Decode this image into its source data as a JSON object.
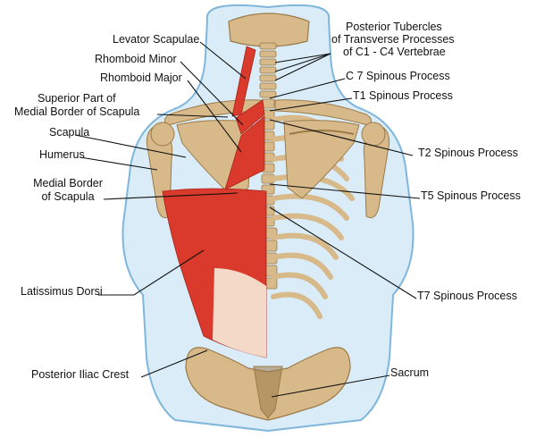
{
  "colors": {
    "body_fill": "#d9ecf8",
    "body_outline": "#7fb6dc",
    "bone": "#d8b98a",
    "bone_dark": "#9c7a48",
    "muscle": "#d93a2b",
    "muscle_light": "#f07a66",
    "leader_line": "#111111"
  },
  "labels": {
    "levator_scapulae": "Levator Scapulae",
    "rhomboid_minor": "Rhomboid Minor",
    "rhomboid_major": "Rhomboid Major",
    "superior_medial_border_l1": "Superior Part of",
    "superior_medial_border_l2": "Medial Border of Scapula",
    "scapula": "Scapula",
    "humerus": "Humerus",
    "medial_border_l1": "Medial Border",
    "medial_border_l2": "of Scapula",
    "latissimus_dorsi": "Latissimus Dorsi",
    "posterior_iliac_crest": "Posterior Iliac Crest",
    "posterior_tubercles_l1": "Posterior Tubercles",
    "posterior_tubercles_l2": "of Transverse Processes",
    "posterior_tubercles_l3": "of C1 - C4 Vertebrae",
    "c7_spinous": "C 7 Spinous Process",
    "t1_spinous": "T1 Spinous Process",
    "t2_spinous": "T2 Spinous Process",
    "t5_spinous": "T5 Spinous Process",
    "t7_spinous": "T7 Spinous Process",
    "sacrum": "Sacrum"
  }
}
